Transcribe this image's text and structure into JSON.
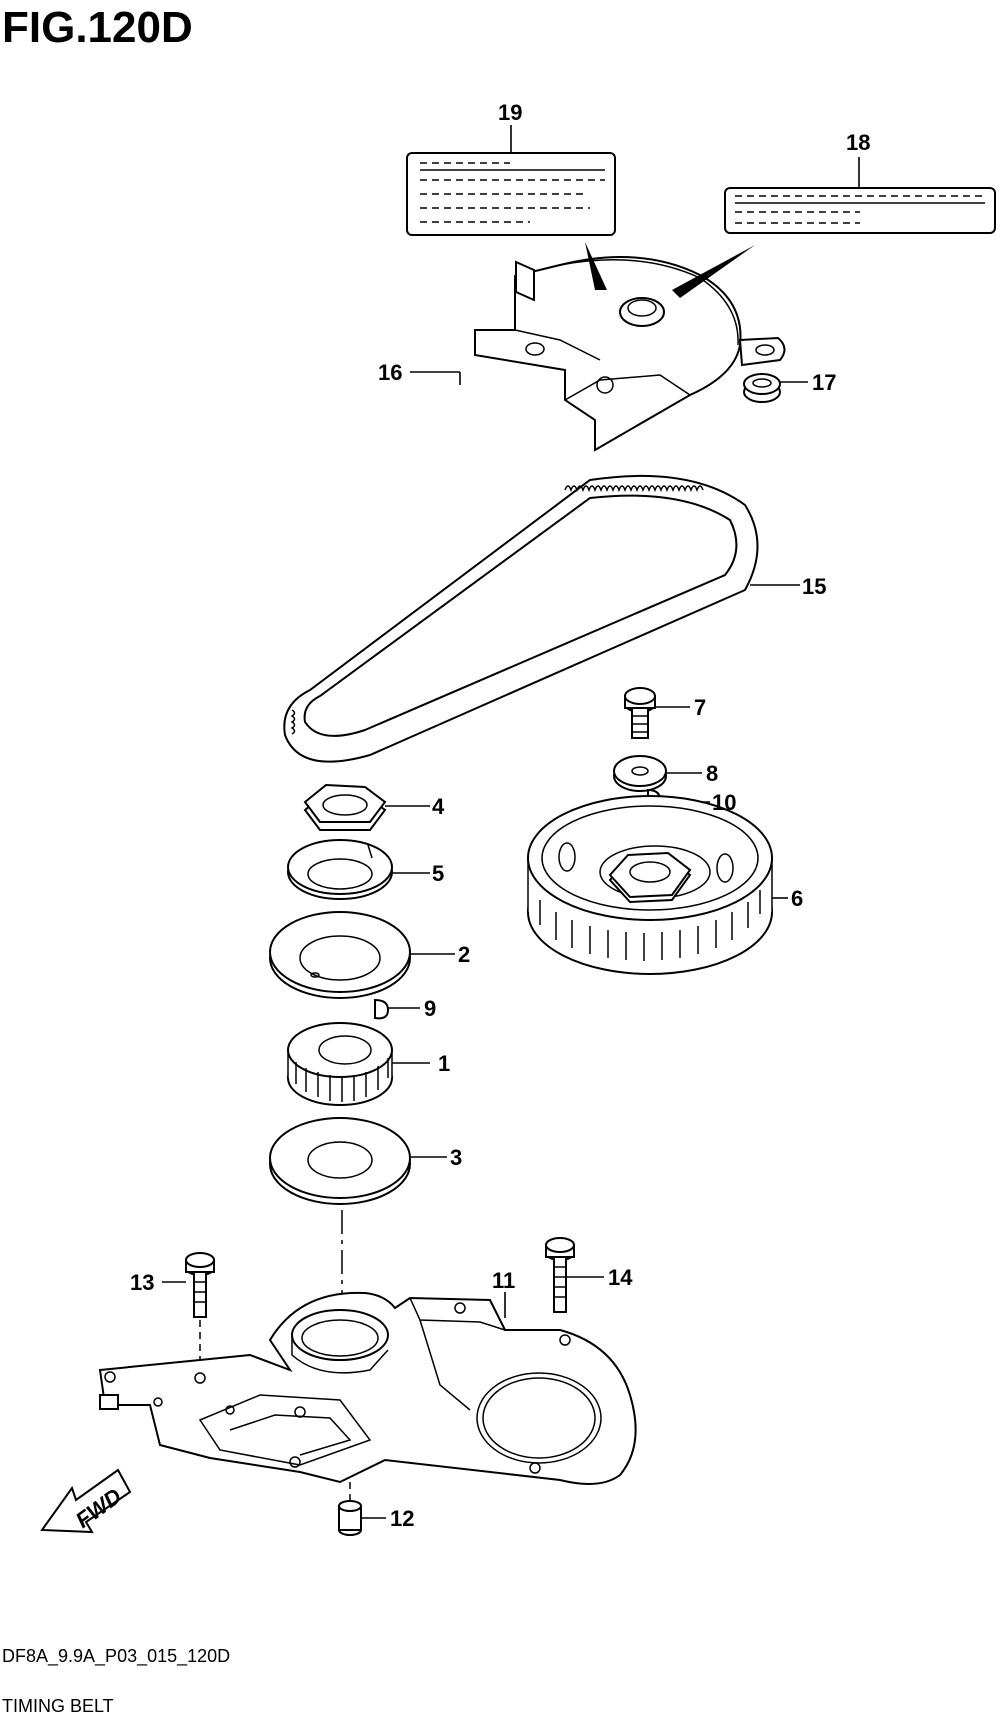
{
  "figure": {
    "title": "FIG.120D",
    "code": "DF8A_9.9A_P03_015_120D",
    "name": "TIMING BELT",
    "direction_label": "FWD"
  },
  "parts": [
    {
      "id": "p1",
      "number": "1"
    },
    {
      "id": "p2",
      "number": "2"
    },
    {
      "id": "p3",
      "number": "3"
    },
    {
      "id": "p4",
      "number": "4"
    },
    {
      "id": "p5",
      "number": "5"
    },
    {
      "id": "p6",
      "number": "6"
    },
    {
      "id": "p7",
      "number": "7"
    },
    {
      "id": "p8",
      "number": "8"
    },
    {
      "id": "p9",
      "number": "9"
    },
    {
      "id": "p10",
      "number": "10"
    },
    {
      "id": "p11",
      "number": "11"
    },
    {
      "id": "p12",
      "number": "12"
    },
    {
      "id": "p13",
      "number": "13"
    },
    {
      "id": "p14",
      "number": "14"
    },
    {
      "id": "p15",
      "number": "15"
    },
    {
      "id": "p16",
      "number": "16"
    },
    {
      "id": "p17",
      "number": "17"
    },
    {
      "id": "p18",
      "number": "18"
    },
    {
      "id": "p19",
      "number": "19"
    }
  ],
  "icons": {
    "fwd_arrow": "arrow-down-left-icon"
  }
}
